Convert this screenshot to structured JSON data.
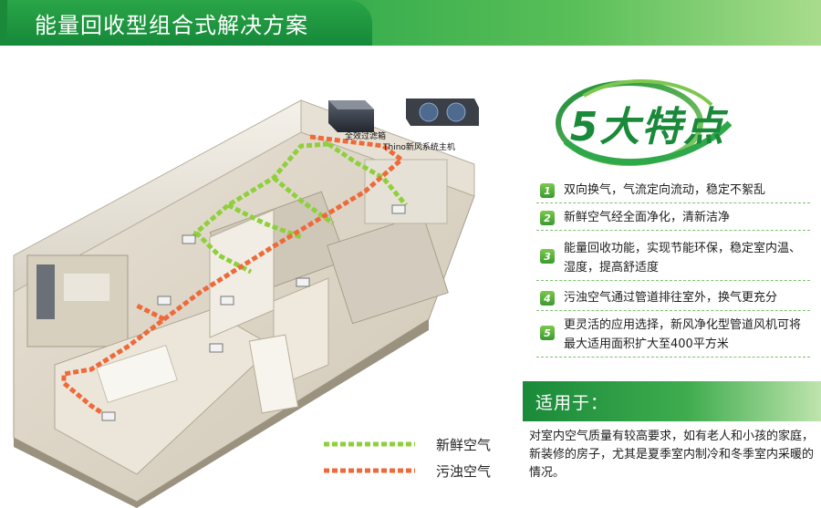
{
  "header": {
    "title": "能量回收型组合式解决方案"
  },
  "illustration": {
    "filter_label": "全效过滤箱",
    "host_label": "Thino新风系统主机",
    "legend": {
      "fresh": "新鲜空气",
      "dirty": "污浊空气",
      "fresh_color": "#8fcf3c",
      "dirty_color": "#ee6a3a"
    }
  },
  "features": {
    "badge_text": "5大特点",
    "items": [
      {
        "num": "1",
        "text": "双向换气，气流定向流动，稳定不絮乱"
      },
      {
        "num": "2",
        "text": "新鲜空气经全面净化，清新洁净"
      },
      {
        "num": "3",
        "text": "能量回收功能，实现节能环保，稳定室内温、湿度，提高舒适度"
      },
      {
        "num": "4",
        "text": "污浊空气通过管道排往室外，换气更充分"
      },
      {
        "num": "5",
        "text": "更灵活的应用选择，新风净化型管道风机可将最大适用面积扩大至400平方米"
      }
    ]
  },
  "apply": {
    "label": "适用于：",
    "text": "对室内空气质量有较高要求，如有老人和小孩的家庭，新装修的房子，尤其是夏季室内制冷和冬季室内采暖的情况。"
  },
  "colors": {
    "brand_green": "#1a8a3a",
    "accent_green": "#7cc84e"
  }
}
